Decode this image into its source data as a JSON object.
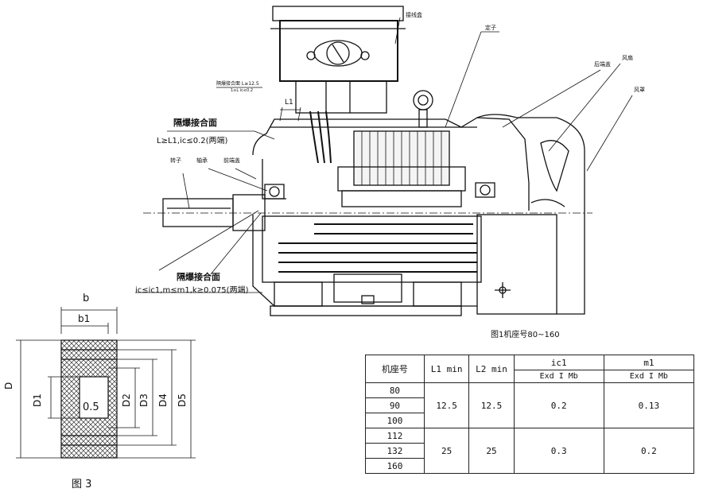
{
  "labels": {
    "junction_box": "接线盒",
    "stator": "定子",
    "rear_end_cover": "后端盖",
    "fan": "风扇",
    "fan_cover": "风罩",
    "flamepath_top_small_1": "隔爆接合面 L≥12.5",
    "flamepath_top_small_2": "1≥L ic≤0.2",
    "L1": "L1",
    "flamepath_title_1": "隔爆接合面",
    "flamepath_cond_1": "L≥L1,ic≤0.2(两端)",
    "shaft": "转子",
    "bearing": "轴承",
    "front_end_cover": "前端盖",
    "flamepath_title_2": "隔爆接合面",
    "flamepath_cond_2": "ic≤ic1,m≤m1,k≥0.075(两端)",
    "fig1_caption": "图1机座号80~160",
    "fig3_caption": "图 3",
    "dim_b": "b",
    "dim_b1": "b1",
    "dim_D": "D",
    "dim_D1": "D1",
    "dim_D2": "D2",
    "dim_D3": "D3",
    "dim_D4": "D4",
    "dim_D5": "D5",
    "dim_05": "0.5"
  },
  "table": {
    "headers": [
      "机座号",
      "L1 min",
      "L2 min",
      "ic1",
      "m1"
    ],
    "subheaders": [
      "Exd I Mb",
      "Exd I Mb"
    ],
    "frames": [
      "80",
      "90",
      "100",
      "112",
      "132",
      "160"
    ],
    "group1": {
      "L1": "12.5",
      "L2": "12.5",
      "ic1": "0.2",
      "m1": "0.13"
    },
    "group2": {
      "L1": "25",
      "L2": "25",
      "ic1": "0.3",
      "m1": "0.2"
    }
  }
}
